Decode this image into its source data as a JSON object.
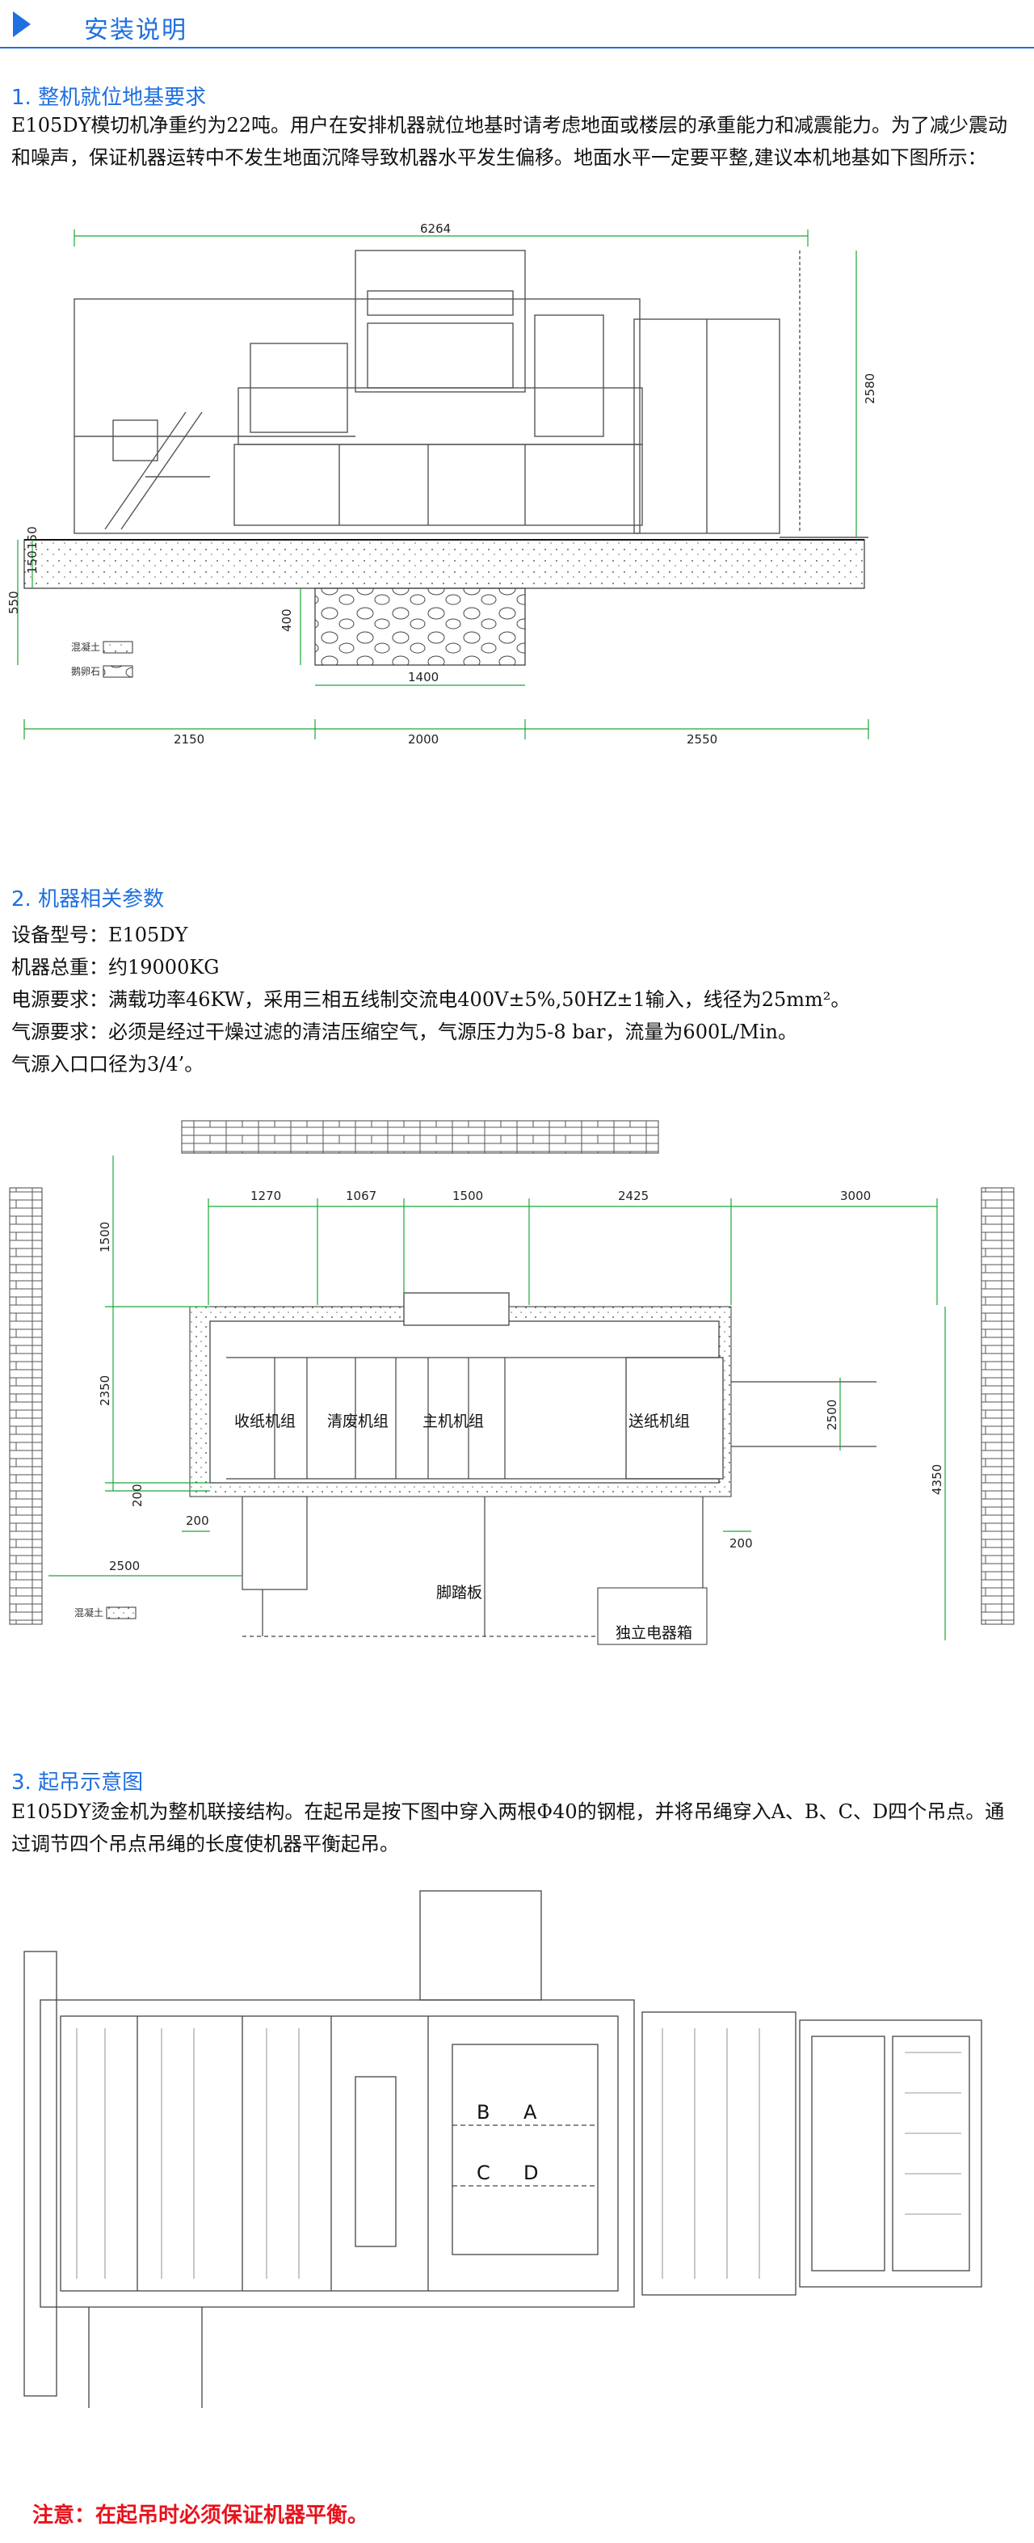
{
  "header": {
    "title": "安装说明"
  },
  "section1": {
    "title": "1. 整机就位地基要求",
    "text": "E105DY模切机净重约为22吨。用户在安排机器就位地基时请考虑地面或楼层的承重能力和减震能力。为了减少震动和噪声，保证机器运转中不发生地面沉降导致机器水平发生偏移。地面水平一定要平整,建议本机地基如下图所示：",
    "diagram": {
      "dim_top": "6264",
      "dim_height": "2580",
      "dim_left_total": "550",
      "dim_left_a": "150",
      "dim_left_b": "150",
      "dim_pit": "400",
      "dim_pit_width": "1400",
      "dim_bottom_a": "2150",
      "dim_bottom_b": "2000",
      "dim_bottom_c": "2550",
      "legend_concrete": "混凝土",
      "legend_stone": "鹅卵石"
    }
  },
  "section2": {
    "title": "2. 机器相关参数",
    "lines": [
      "设备型号：E105DY",
      "机器总重：约19000KG",
      "电源要求：满载功率46KW，采用三相五线制交流电400V±5%,50HZ±1输入，线径为25mm²。",
      "气源要求：必须是经过干燥过滤的清洁压缩空气，气源压力为5-8 bar，流量为600L/Min。",
      "气源入口口径为3/4’。"
    ],
    "diagram": {
      "top_dims": [
        "1270",
        "1067",
        "1500",
        "2425",
        "3000"
      ],
      "left_dims": [
        "1500",
        "2350",
        "200"
      ],
      "dim_200_a": "200",
      "dim_200_b": "200",
      "dim_2500_left": "2500",
      "dim_2500_right": "2500",
      "dim_4350": "4350",
      "unit_receiving": "收纸机组",
      "unit_stripping": "清废机组",
      "unit_main": "主机机组",
      "unit_feeding": "送纸机组",
      "pedal": "脚踏板",
      "cabinet": "独立电器箱",
      "legend_concrete": "混凝土"
    }
  },
  "section3": {
    "title": "3. 起吊示意图",
    "text": "E105DY烫金机为整机联接结构。在起吊是按下图中穿入两根Φ40的钢棍，并将吊绳穿入A、B、C、D四个吊点。通过调节四个吊点吊绳的长度使机器平衡起吊。",
    "diagram": {
      "points": [
        "B",
        "A",
        "C",
        "D"
      ]
    }
  },
  "note": "注意：在起吊时必须保证机器平衡。",
  "colors": {
    "accent": "#1e6fe0",
    "dimension": "#1aa83a",
    "warning": "#e8121b"
  }
}
